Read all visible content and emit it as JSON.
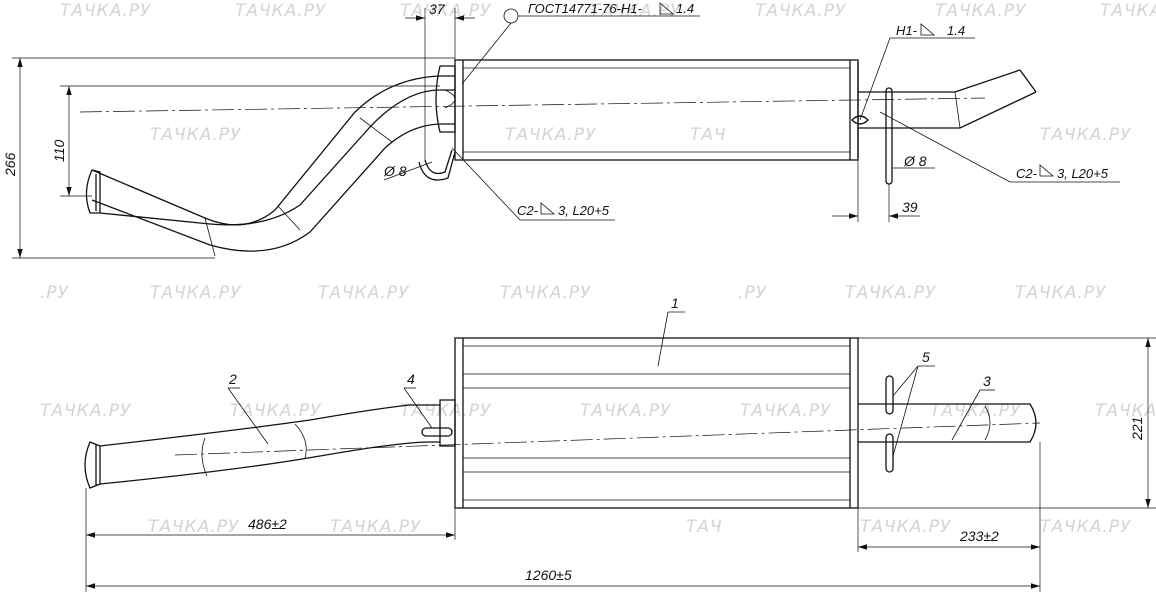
{
  "watermark": "ТАЧКА.РУ",
  "watermark_fragments": {
    "ru": ".РУ",
    "tach": "ТАЧ"
  },
  "top_view": {
    "weld_spec_top": "ГОСТ14771-76-Н1-",
    "weld_spec_top_leg": "1.4",
    "weld_spec_right": "Н1-",
    "weld_spec_right_leg": "1.4",
    "weld_c2_left": "С2-",
    "weld_c2_left_tail": "3, L20+5",
    "weld_c2_right": "С2-",
    "weld_c2_right_tail": "3, L20+5",
    "dim_37": "37",
    "dim_39": "39",
    "dim_110": "110",
    "dim_266": "266",
    "dia_left": "8",
    "dia_right": "8",
    "dia_symbol": "Ø"
  },
  "side_view": {
    "callout_1": "1",
    "callout_2": "2",
    "callout_3": "3",
    "callout_4": "4",
    "callout_5": "5",
    "dim_486": "486±2",
    "dim_233": "233±2",
    "dim_1260": "1260±5",
    "dim_221": "221"
  }
}
